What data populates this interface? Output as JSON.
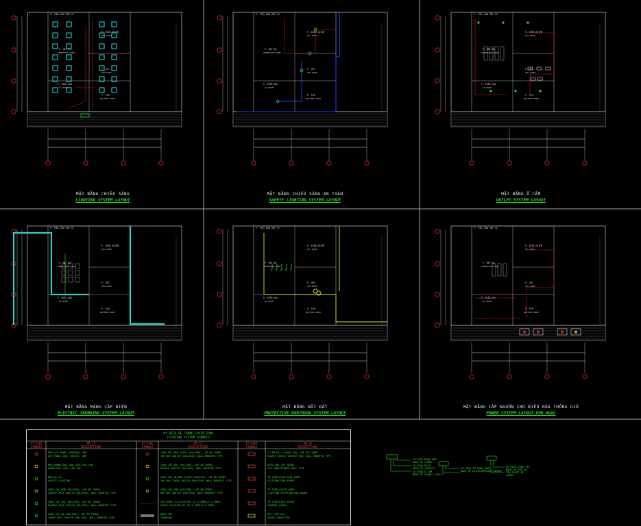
{
  "panels": [
    {
      "caption_vi": "MẶT BẰNG CHIẾU SÁNG",
      "caption_en": "LIGHTING SYSTEM LAYOUT"
    },
    {
      "caption_vi": "MẶT BẰNG CHIẾU SÁNG AN TOÀN",
      "caption_en": "SAFETY LIGHTING SYSTEM LAYOUT"
    },
    {
      "caption_vi": "MẶT BẰNG Ổ CẮM",
      "caption_en": "OUTLET SYSTEM LAYOUT"
    },
    {
      "caption_vi": "MẶT BẰNG MÁNG CÁP ĐIỆN",
      "caption_en": "ELECTRIC TRUNKING SYSTEM LAYOUT"
    },
    {
      "caption_vi": "MẶT BẰNG NỐI ĐẤT",
      "caption_en": "PROTECTIVE EARTHING SYSTEM LAYOUT"
    },
    {
      "caption_vi": "MẶT BẰNG CẤP NGUỒN CHO ĐIỀU HÒA THÔNG GIÓ",
      "caption_en": "POWER SYSTEM LAYOUT FOR HVAC"
    }
  ],
  "rooms": {
    "meeting": "P. CHỜ/ BAN HỢP CO",
    "generator": "P. MÁY NỔ",
    "generator_en": "GENERATOR ROOM",
    "ac_room": "P. ĐIỀU HÒA",
    "ac_room_en": "AC ROOM",
    "electric": "P. ĐIỆN KHIỂN",
    "hcc_room": "HCC ROOM",
    "ups": "P. UPS",
    "ups_en": "UPS ROOM",
    "pin": "P. PIN",
    "battery_en": "BATTERY ROOM"
  },
  "legend": {
    "title_vi": "KÝ HIỆU HỆ THỐNG CHIẾU SÁNG",
    "title_en": "LIGHTING SYSTEM SYMBOLS",
    "col_symbol_vi": "KÝ HIỆU",
    "col_symbol_en": "SYMBOLS",
    "col_desc_vi": "MÔ TẢ",
    "col_desc_en": "DESCRIPTIONS",
    "col1": [
      {
        "vi": "ĐÈN LED PANEL 600X600, 40W",
        "en": "LED PANEL 40W, RECESS. 40W"
      },
      {
        "vi": "ĐÈN DOWNLIGHT 18W, ĐÈN LED 18W",
        "en": "DOWNLIGHT 18W, LED 18W"
      },
      {
        "vi": "ĐÈN SỰ CỐ",
        "en": "SAFETY LIGHTING"
      },
      {
        "vi": "CÔNG TẮC ĐƠN 16A/250V, LẮP ÂM TƯỜNG",
        "en": "SINGLE POLE SWITCH 16A/250V, WALL MOUNTED TYPE"
      },
      {
        "vi": "CÔNG TẮC ĐÔI 16A/250V, LẮP ÂM TƯỜNG",
        "en": "DOUBLE POLE SWITCH 16A/250V, WALL MOUNTED TYPE"
      },
      {
        "vi": "CÔNG TẮC BA 16A/250V, LẮP ÂM TƯỜNG",
        "en": "THREE POLE SWITCH 16A/250V, WALL MOUNTED TYPE"
      }
    ],
    "col2": [
      {
        "vi": "CÔNG TẮC ĐẢO CHIỀU 16A/250V, LẮP ÂM TƯỜNG",
        "en": "TWO WAY SWITCH 16A/250V, WALL MOUNTED TYPE"
      },
      {
        "vi": "CÔNG TẮC ĐÔI 16A/250V, LẮP ÂM TƯỜNG",
        "en": "DOUBLE SWITCH 16A/250V, WALL MOUNTED TYPE"
      },
      {
        "vi": "CÔNG TẮC BA ĐẢO CHIỀU 16A/250V, LẮP ÂM TƯỜNG",
        "en": "TWO WAY THREE SWITCH 16A/250V, WALL MOUNTED TYPE"
      },
      {
        "vi": "CÔNG TẮC ĐƠN 16A/250V, LẮP ÂM TƯỜNG",
        "en": "ONE WAY SWITCH 16A/250V, WALL MOUNTED TYPE"
      },
      {
        "vi": "CÁP ĐIỆN (CU/XLPE/PVC 2C-2.5MM2+E-2.5MM2)",
        "en": "CABLE CU/XLPE/PVC 2C-2.5MM2+E-2.5MM2"
      },
      {
        "vi": "MÁNG CÁP",
        "en": "TRUNKING"
      }
    ],
    "col3": [
      {
        "vi": "Ổ CẮM ĐÔI 3 CHẤU 16A, LẮP ÂM TƯỜNG",
        "en": "DOUBLE SOCKET OUTLET 16A, WALL MOUNTED TYPE"
      },
      {
        "vi": "ĐIỀU HÒA LẮP TƯỜNG",
        "en": "AIR CONDITIONER WALL TYPE"
      },
      {
        "vi": "TỦ ĐIỆN PHÂN PHỐI ĐIỆN",
        "en": "DISTRIBUTION BOARD"
      },
      {
        "vi": "TỦ ĐIỆN CHIẾU SÁNG",
        "en": "LIGHTING DISTRIBUTION BOARD"
      },
      {
        "vi": "TỦ ĐIỆN ĐIỀU KHIỂN",
        "en": "CONTROL PANEL"
      },
      {
        "vi": "DÂY TIẾP ĐỊA",
        "en": "EARTH CONDUCTOR"
      }
    ]
  },
  "notes": {
    "n1": "SỐ HIỆU BÓNG ĐÈN",
    "n1_en": "NAME OF LAMPS",
    "n2": "SỐ HIỆU MẠCH",
    "n2_en": "NAME OF CIRCUIT",
    "n3": "SỐ HIỆU TỦ PHÂN PHỐI",
    "n3_en": "NAME OF DISTRIBUTION CABINET",
    "n4": "SỐ HIỆU CÔNG TẮC",
    "n4_en": "NAME OF SWITCH",
    "n5": "SỐ HIỆU Ổ CẮM",
    "n5_en": "NAME OF SOCKET OUTLET",
    "n6": "TÊN THIẾT BỊ",
    "n6_en": "LAMPS"
  },
  "colors": {
    "background": "#000000",
    "grid": "#ffffff",
    "wall": "#b0b0b0",
    "circuit": "#e02020",
    "fixture": "#19d6d6",
    "label": "#29e829",
    "safety": "#2040ff",
    "trunking": "#2ad0c8",
    "earthing": "#e8e820"
  }
}
